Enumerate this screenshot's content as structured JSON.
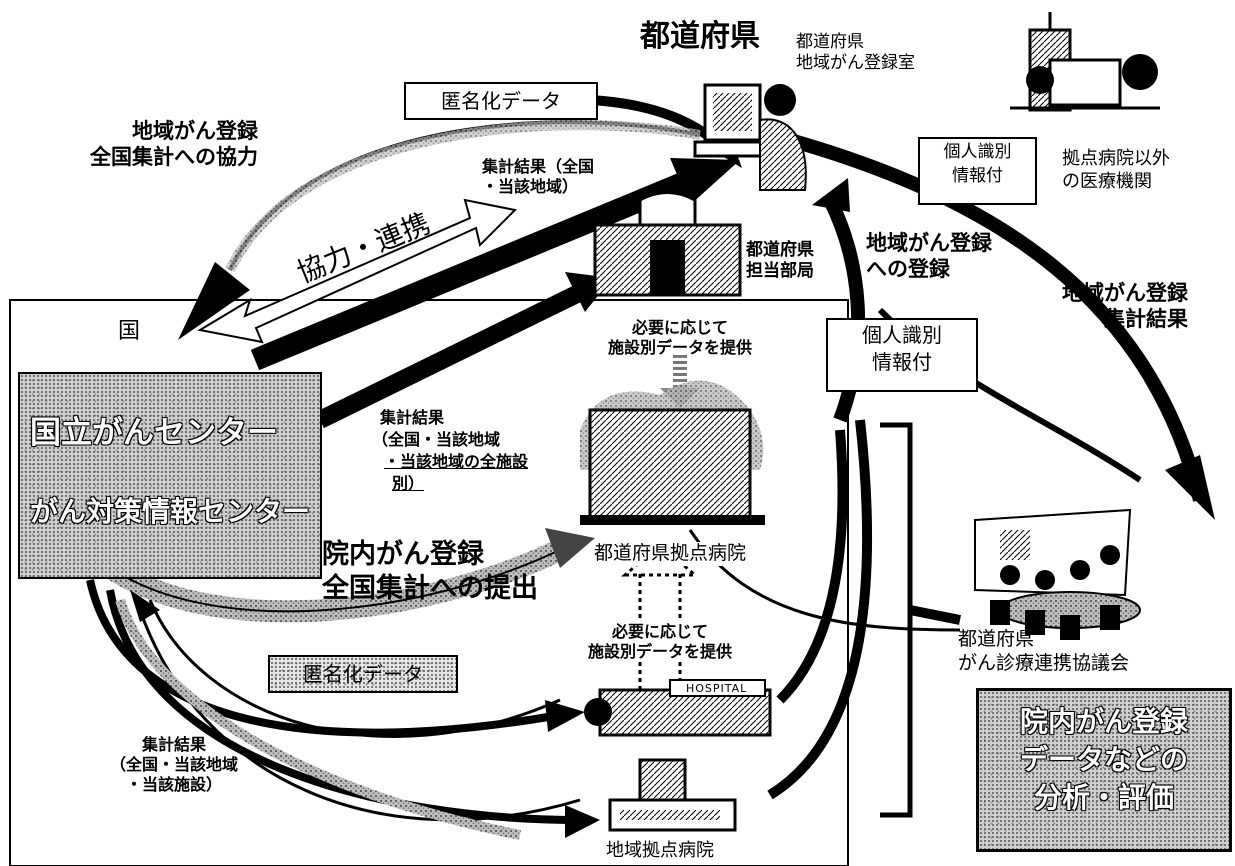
{
  "prefecture_title": "都道府県",
  "prefecture_office": "都道府県\n地域がん登録室",
  "anon_data_top": "匿名化データ",
  "regional_coop": "地域がん登録\n全国集計への協力",
  "results_national_regional": "集計結果（全国\n・当該地域）",
  "cooperation": "協力・連携",
  "prefecture_dept": "都道府県\n担当部局",
  "personal_id_top": "個人識別\n情報付",
  "non_base_hospitals": "拠点病院以外\nの医療機関",
  "regional_registration": "地域がん登録\nへの登録",
  "regional_results": "地域がん登録\n集計結果",
  "country_label": "国",
  "ncc_line1": "国立がんセンター",
  "ncc_line2": "がん対策情報センター",
  "provide_data_upper": "必要に応じて\n施設別データを提供",
  "personal_id_mid": "個人識別\n情報付",
  "results_all_facilities_l1": "集計結果",
  "results_all_facilities_l2": "（全国・当該地域",
  "results_all_facilities_l3": "・当該地域の全施設",
  "results_all_facilities_l4": "別）",
  "hospital_registry_submit": "院内がん登録\n全国集計への提出",
  "prefectural_base_hospital": "都道府県拠点病院",
  "provide_data_lower": "必要に応じて\n施設別データを提供",
  "anon_data_bottom": "匿名化データ",
  "hospital_sign": "HOSPITAL",
  "results_facility": "集計結果\n（全国・当該地域\n・当該施設）",
  "regional_base_hospital": "地域拠点病院",
  "council": "都道府県\nがん診療連携協議会",
  "analysis_box": "院内がん登録\nデータなどの\n分析・評価"
}
